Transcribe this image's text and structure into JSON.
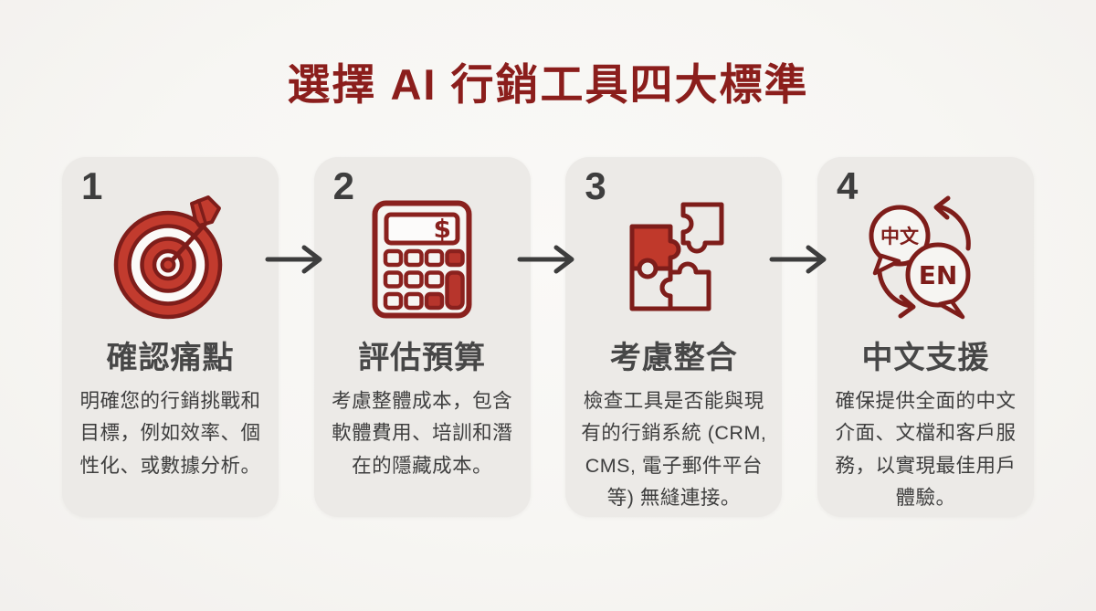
{
  "page": {
    "title": "選擇 AI 行銷工具四大標準"
  },
  "colors": {
    "title_red": "#8b1e1c",
    "icon_red_fill": "#c23b2e",
    "icon_outline_maroon": "#7e1d1a",
    "card_background": "#eceae7",
    "page_background": "#f7f6f3",
    "text_dark": "#3e3e3e",
    "arrow_gray": "#3d3d3d"
  },
  "steps": [
    {
      "number": "1",
      "icon": "target-bullseye-icon",
      "title": "確認痛點",
      "description": "明確您的行銷挑戰和目標，例如效率、個性化、或數據分析。"
    },
    {
      "number": "2",
      "icon": "calculator-icon",
      "icon_text": "$",
      "title": "評估預算",
      "description": "考慮整體成本，包含軟體費用、培訓和潛在的隱藏成本。"
    },
    {
      "number": "3",
      "icon": "puzzle-pieces-icon",
      "title": "考慮整合",
      "description": "檢查工具是否能與現有的行銷系統 (CRM, CMS, 電子郵件平台等) 無縫連接。"
    },
    {
      "number": "4",
      "icon": "translation-bubbles-icon",
      "icon_text_left": "中文",
      "icon_text_right": "EN",
      "title": "中文支援",
      "description": "確保提供全面的中文介面、文檔和客戶服務，以實現最佳用戶體驗。"
    }
  ]
}
